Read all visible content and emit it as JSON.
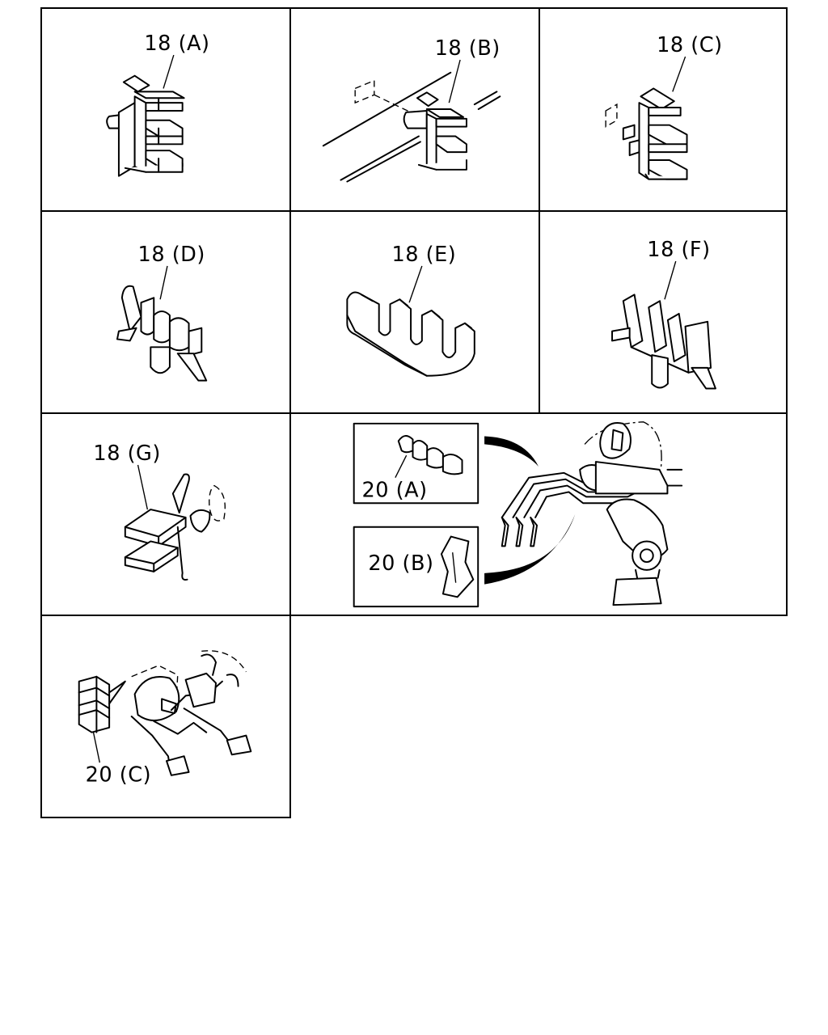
{
  "cells": {
    "a": {
      "label": "18 (A)"
    },
    "b": {
      "label": "18 (B)"
    },
    "c": {
      "label": "18 (C)"
    },
    "d": {
      "label": "18 (D)"
    },
    "e": {
      "label": "18 (E)"
    },
    "f": {
      "label": "18 (F)"
    },
    "g": {
      "label": "18 (G)"
    },
    "pipe": {
      "inset_a": "20 (A)",
      "inset_b": "20 (B)"
    },
    "pedal": {
      "label": "20 (C)"
    }
  }
}
